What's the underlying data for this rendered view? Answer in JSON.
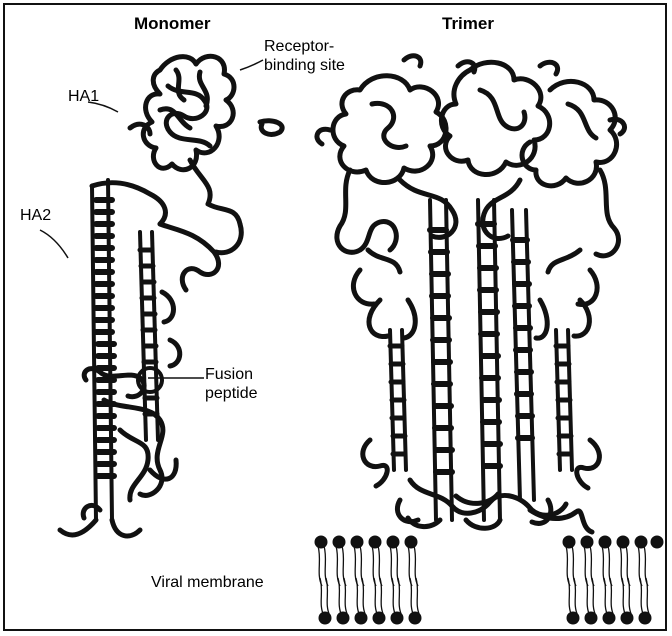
{
  "titles": {
    "monomer": "Monomer",
    "trimer": "Trimer"
  },
  "labels": {
    "receptor_line1": "Receptor-",
    "receptor_line2": "binding site",
    "ha1": "HA1",
    "ha2": "HA2",
    "fusion_line1": "Fusion",
    "fusion_line2": "peptide",
    "membrane": "Viral membrane"
  },
  "colors": {
    "ink": "#111111",
    "background": "#ffffff"
  }
}
